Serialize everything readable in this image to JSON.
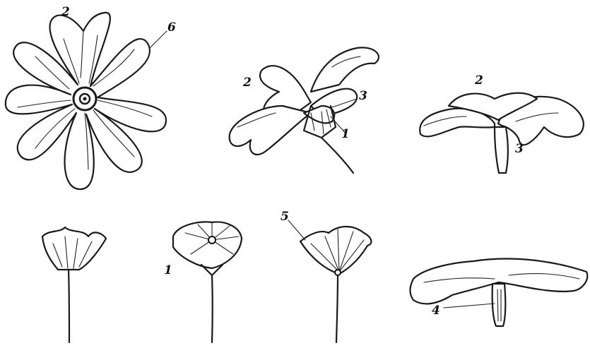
{
  "labels": {
    "top_flower_2": "2",
    "top_flower_6": "6",
    "side_flower_2": "2",
    "side_flower_3": "3",
    "side_flower_1": "1",
    "right_flower_2": "2",
    "right_flower_3": "3",
    "cup_open_1": "1",
    "cup_half_5": "5",
    "flat_flower_4": "4"
  }
}
